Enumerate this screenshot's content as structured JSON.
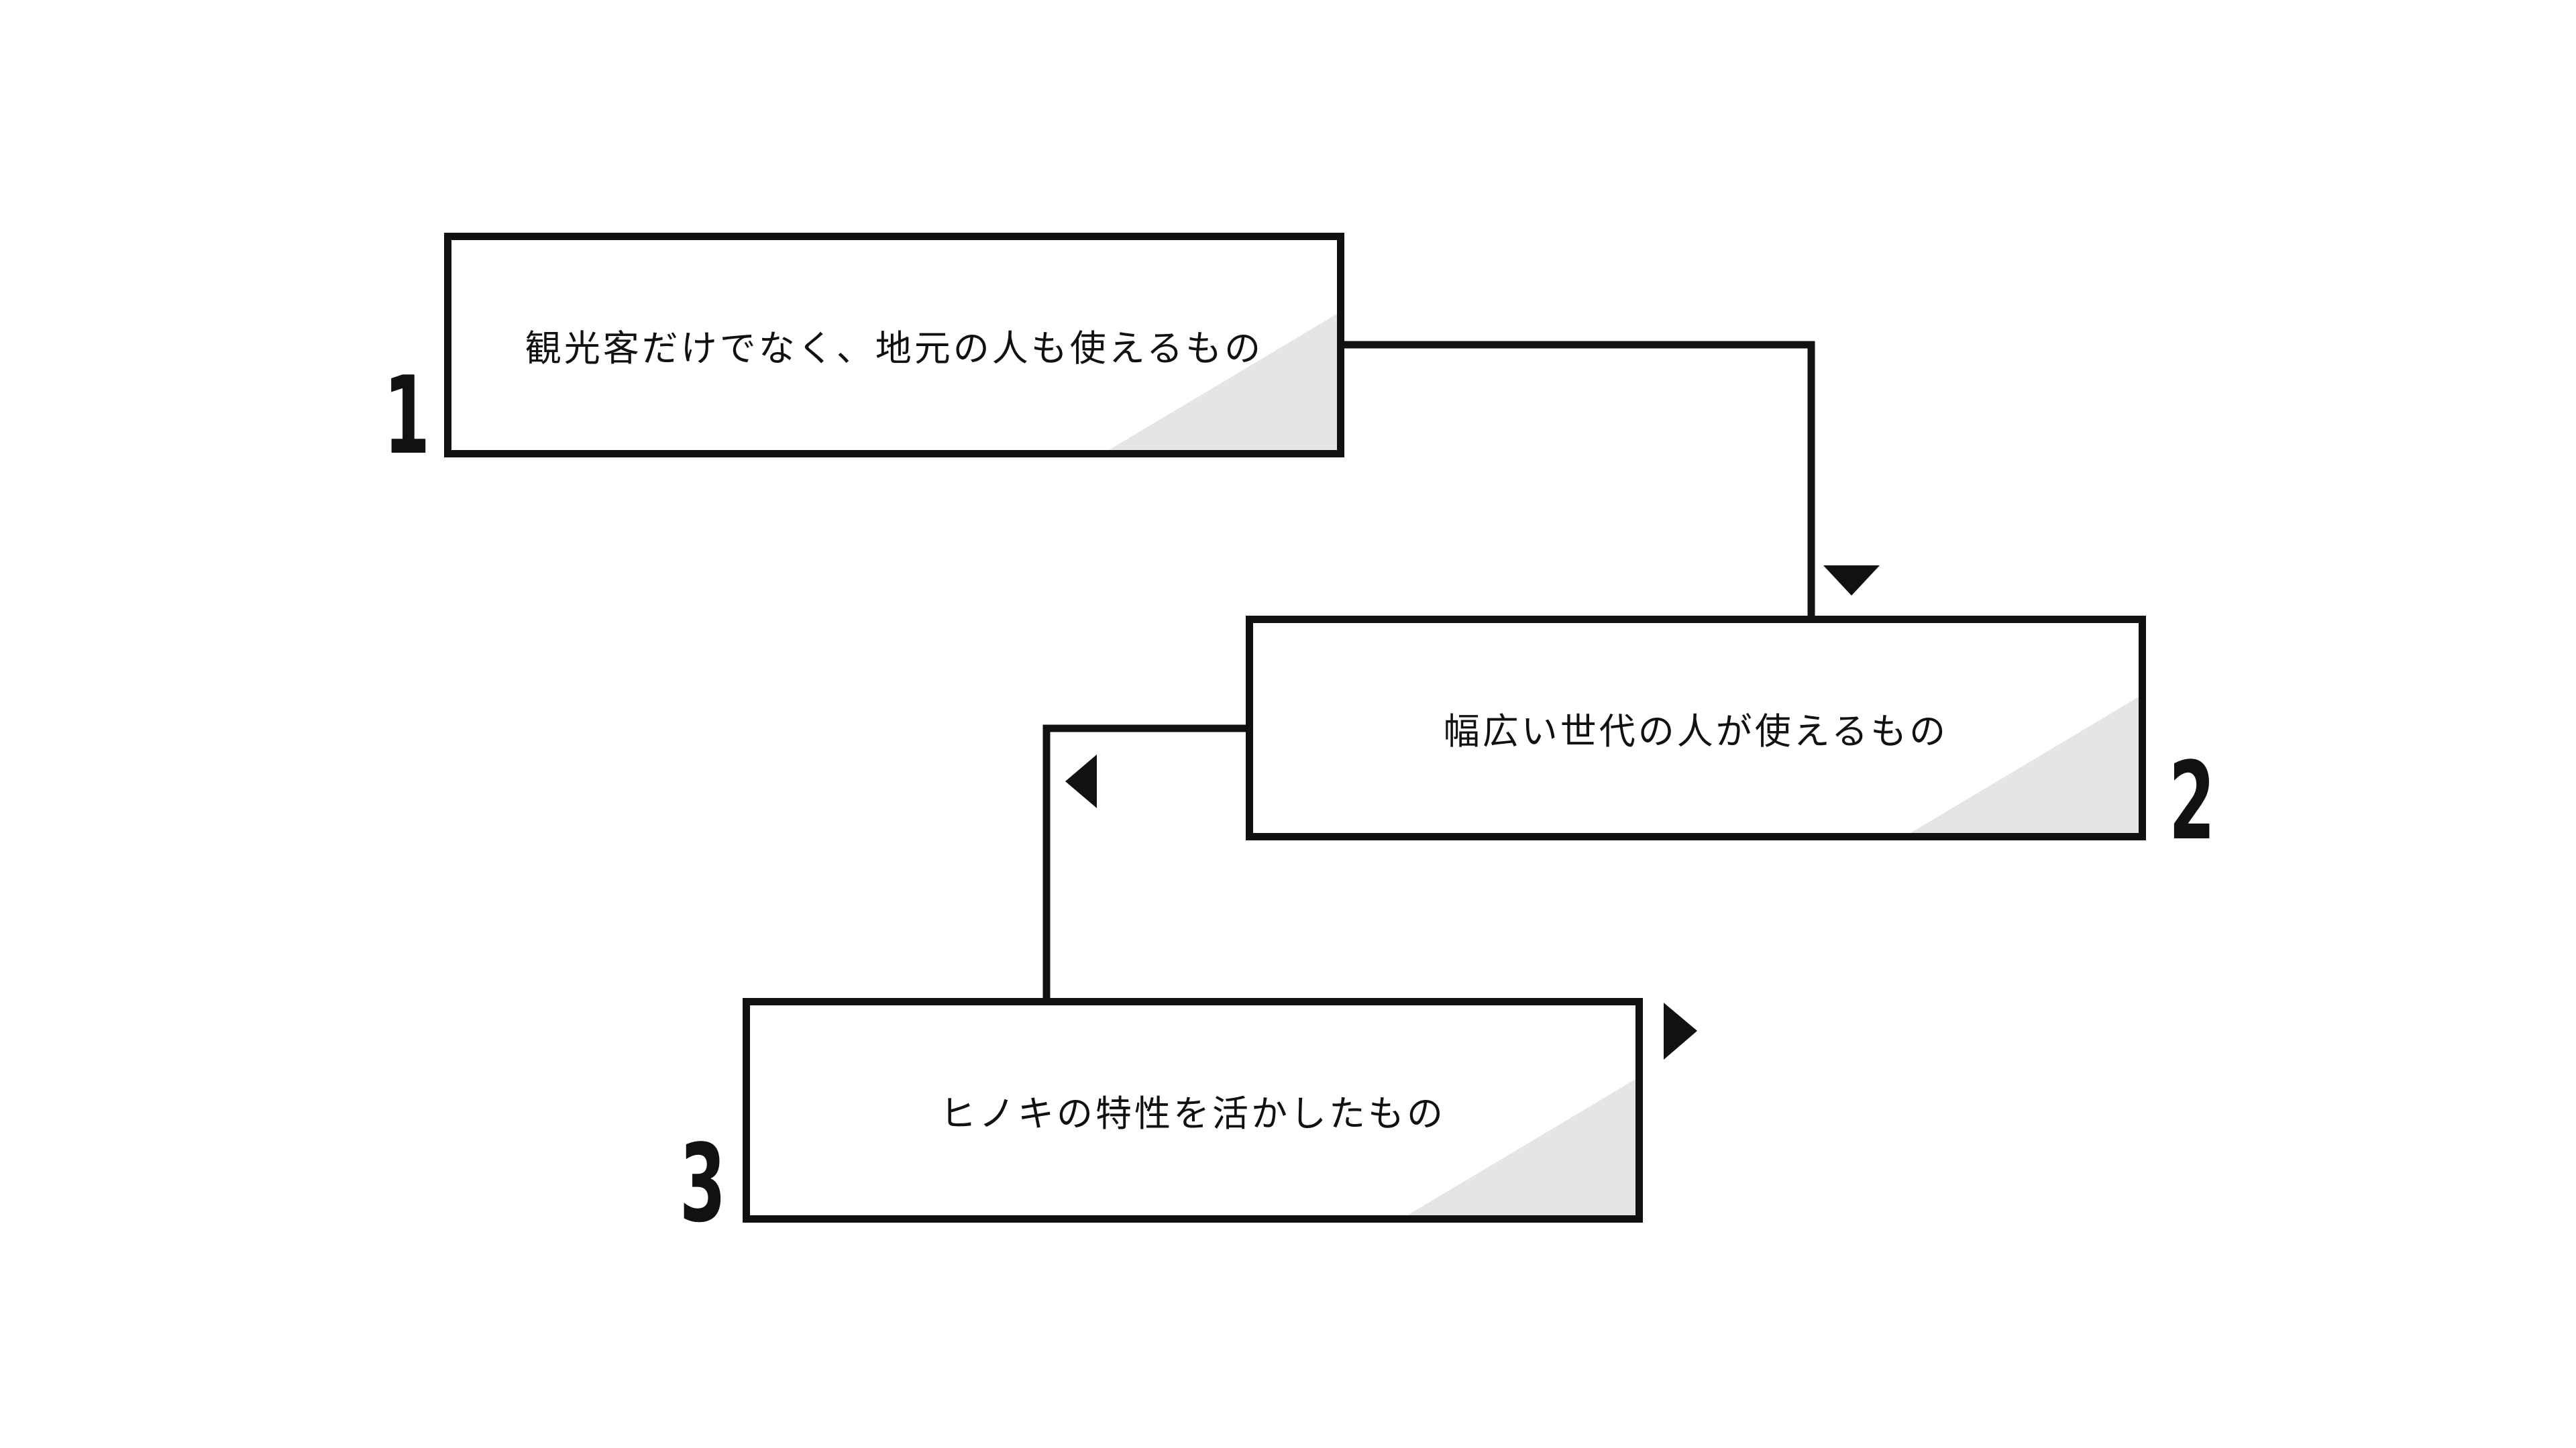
{
  "colors": {
    "stroke": "#111111",
    "fold": "#e5e5e5",
    "background": "#ffffff"
  },
  "steps": [
    {
      "number": "1",
      "text": "観光客だけでなく、地元の人も使えるもの"
    },
    {
      "number": "2",
      "text": "幅広い世代の人が使えるもの"
    },
    {
      "number": "3",
      "text": "ヒノキの特性を活かしたもの"
    }
  ]
}
